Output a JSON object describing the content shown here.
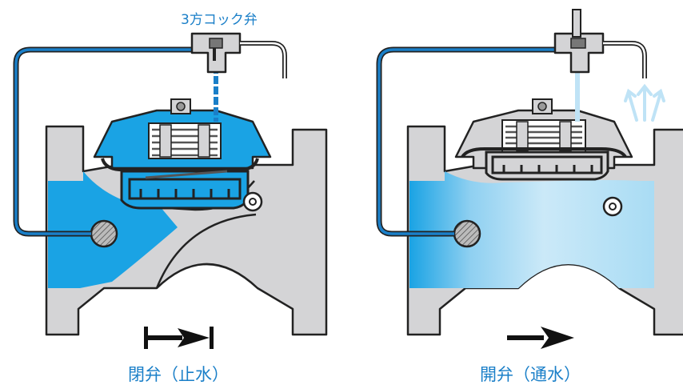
{
  "labels": {
    "three_way_valve": "3方コック弁",
    "closed_state": "閉弁（止水）",
    "open_state": "開弁（通水）"
  },
  "colors": {
    "water": "#1aa3e4",
    "water_light": "#bfe3f6",
    "valve_body": "#d4d4d6",
    "outline": "#222222",
    "tube": "#1a7fc8",
    "label_text": "#1a7fc8"
  },
  "icons": {
    "closed_flow": "blocked-flow-arrow-icon",
    "open_flow": "flow-arrow-icon"
  }
}
